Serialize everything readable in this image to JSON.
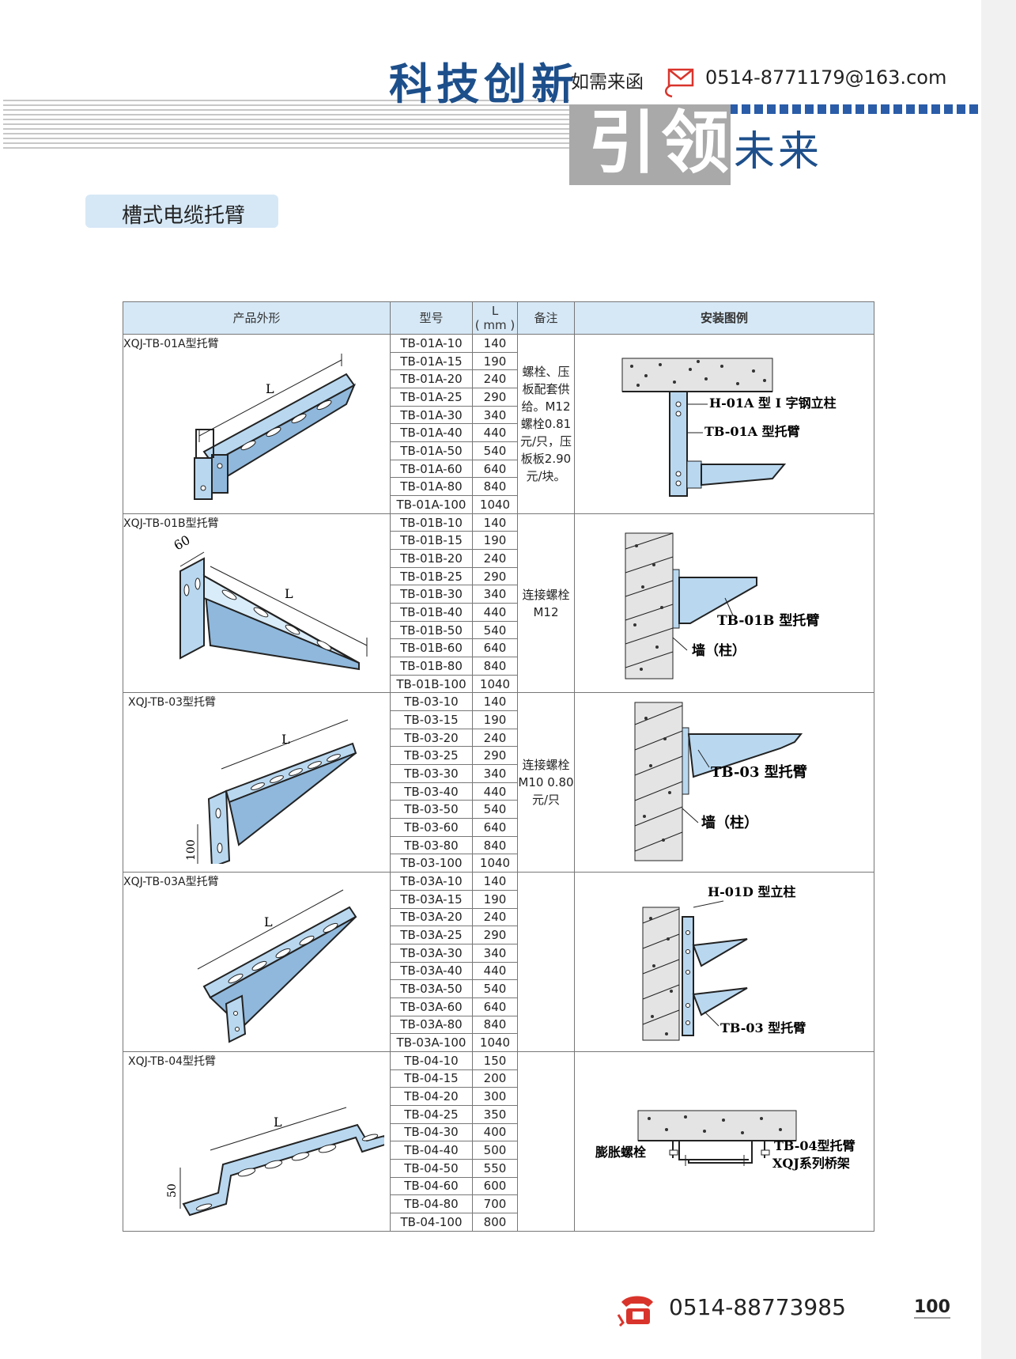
{
  "header": {
    "slogan": "科技创新",
    "contact_label": "如需来函",
    "email": "0514-8771179@163.com",
    "lead": "引领",
    "future": "未来"
  },
  "section_title": "槽式电缆托臂",
  "table": {
    "headers": {
      "product": "产品外形",
      "model": "型号",
      "length_line1": "L",
      "length_line2": "( mm )",
      "remark": "备注",
      "install": "安装图例"
    },
    "groups": [
      {
        "product_name": "XQJ-TB-01A型托臂",
        "dim_labels": [
          "L"
        ],
        "remark": "螺栓、压板配套供给。M12螺栓0.81元/只，压板板2.90元/块。",
        "install_labels": [
          "H-01A 型 I 字钢立柱",
          "TB-01A 型托臂"
        ],
        "rows": [
          {
            "model": "TB-01A-10",
            "length": "140"
          },
          {
            "model": "TB-01A-15",
            "length": "190"
          },
          {
            "model": "TB-01A-20",
            "length": "240"
          },
          {
            "model": "TB-01A-25",
            "length": "290"
          },
          {
            "model": "TB-01A-30",
            "length": "340"
          },
          {
            "model": "TB-01A-40",
            "length": "440"
          },
          {
            "model": "TB-01A-50",
            "length": "540"
          },
          {
            "model": "TB-01A-60",
            "length": "640"
          },
          {
            "model": "TB-01A-80",
            "length": "840"
          },
          {
            "model": "TB-01A-100",
            "length": "1040"
          }
        ]
      },
      {
        "product_name": "XQJ-TB-01B型托臂",
        "dim_labels": [
          "60",
          "L"
        ],
        "remark": "连接螺栓M12",
        "install_labels": [
          "TB-01B 型托臂",
          "墙（柱）"
        ],
        "rows": [
          {
            "model": "TB-01B-10",
            "length": "140"
          },
          {
            "model": "TB-01B-15",
            "length": "190"
          },
          {
            "model": "TB-01B-20",
            "length": "240"
          },
          {
            "model": "TB-01B-25",
            "length": "290"
          },
          {
            "model": "TB-01B-30",
            "length": "340"
          },
          {
            "model": "TB-01B-40",
            "length": "440"
          },
          {
            "model": "TB-01B-50",
            "length": "540"
          },
          {
            "model": "TB-01B-60",
            "length": "640"
          },
          {
            "model": "TB-01B-80",
            "length": "840"
          },
          {
            "model": "TB-01B-100",
            "length": "1040"
          }
        ]
      },
      {
        "product_name": "XQJ-TB-03型托臂",
        "dim_labels": [
          "L",
          "100"
        ],
        "remark": "连接螺栓M10 0.80元/只",
        "install_labels": [
          "TB-03 型托臂",
          "墙（柱）"
        ],
        "rows": [
          {
            "model": "TB-03-10",
            "length": "140"
          },
          {
            "model": "TB-03-15",
            "length": "190"
          },
          {
            "model": "TB-03-20",
            "length": "240"
          },
          {
            "model": "TB-03-25",
            "length": "290"
          },
          {
            "model": "TB-03-30",
            "length": "340"
          },
          {
            "model": "TB-03-40",
            "length": "440"
          },
          {
            "model": "TB-03-50",
            "length": "540"
          },
          {
            "model": "TB-03-60",
            "length": "640"
          },
          {
            "model": "TB-03-80",
            "length": "840"
          },
          {
            "model": "TB-03-100",
            "length": "1040"
          }
        ]
      },
      {
        "product_name": "XQJ-TB-03A型托臂",
        "dim_labels": [
          "L"
        ],
        "remark": "",
        "install_labels": [
          "H-01D 型立柱",
          "TB-03 型托臂"
        ],
        "rows": [
          {
            "model": "TB-03A-10",
            "length": "140"
          },
          {
            "model": "TB-03A-15",
            "length": "190"
          },
          {
            "model": "TB-03A-20",
            "length": "240"
          },
          {
            "model": "TB-03A-25",
            "length": "290"
          },
          {
            "model": "TB-03A-30",
            "length": "340"
          },
          {
            "model": "TB-03A-40",
            "length": "440"
          },
          {
            "model": "TB-03A-50",
            "length": "540"
          },
          {
            "model": "TB-03A-60",
            "length": "640"
          },
          {
            "model": "TB-03A-80",
            "length": "840"
          },
          {
            "model": "TB-03A-100",
            "length": "1040"
          }
        ]
      },
      {
        "product_name": "XQJ-TB-04型托臂",
        "dim_labels": [
          "L",
          "50"
        ],
        "remark": "",
        "install_labels": [
          "膨胀螺栓",
          "TB-04型托臂",
          "XQJ系列桥架"
        ],
        "rows": [
          {
            "model": "TB-04-10",
            "length": "150"
          },
          {
            "model": "TB-04-15",
            "length": "200"
          },
          {
            "model": "TB-04-20",
            "length": "300"
          },
          {
            "model": "TB-04-25",
            "length": "350"
          },
          {
            "model": "TB-04-30",
            "length": "400"
          },
          {
            "model": "TB-04-40",
            "length": "500"
          },
          {
            "model": "TB-04-50",
            "length": "550"
          },
          {
            "model": "TB-04-60",
            "length": "600"
          },
          {
            "model": "TB-04-80",
            "length": "700"
          },
          {
            "model": "TB-04-100",
            "length": "800"
          }
        ]
      }
    ]
  },
  "footer": {
    "phone": "0514-88773985",
    "page_number": "100",
    "phone_icon": "telephone-icon"
  },
  "icons": {
    "mail": "mail-icon"
  },
  "colors": {
    "brand_blue": "#1d4f8b",
    "header_fill": "#d6e8f6",
    "bracket_blue": "#b9d8f0"
  }
}
